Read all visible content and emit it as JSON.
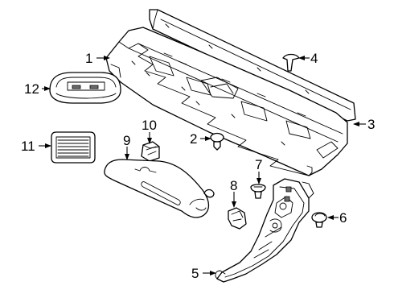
{
  "diagram": {
    "callouts": [
      {
        "id": "callout-1",
        "label": "1",
        "part": "roof-trim-panel"
      },
      {
        "id": "callout-2",
        "label": "2",
        "part": "push-pin-clip"
      },
      {
        "id": "callout-3",
        "label": "3",
        "part": "reinforcement-bracket"
      },
      {
        "id": "callout-4",
        "label": "4",
        "part": "retainer-clip"
      },
      {
        "id": "callout-5",
        "label": "5",
        "part": "a-pillar-trim"
      },
      {
        "id": "callout-6",
        "label": "6",
        "part": "trim-clip"
      },
      {
        "id": "callout-7",
        "label": "7",
        "part": "screw"
      },
      {
        "id": "callout-8",
        "label": "8",
        "part": "sunvisor-holder"
      },
      {
        "id": "callout-9",
        "label": "9",
        "part": "sunvisor"
      },
      {
        "id": "callout-10",
        "label": "10",
        "part": "sunvisor-bracket"
      },
      {
        "id": "callout-11",
        "label": "11",
        "part": "grille-lamp"
      },
      {
        "id": "callout-12",
        "label": "12",
        "part": "dome-lamp"
      }
    ]
  }
}
